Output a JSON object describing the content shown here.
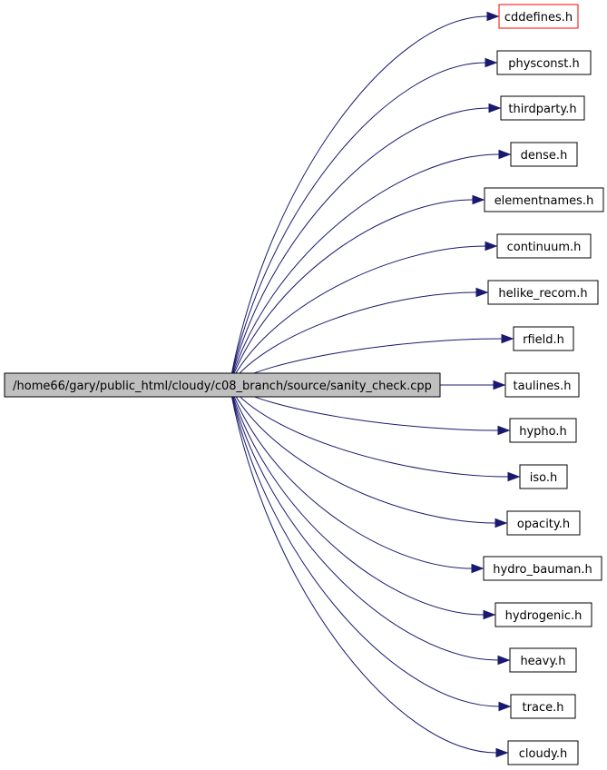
{
  "source": {
    "label": "/home66/gary/public_html/cloudy/c08_branch/source/sanity_check.cpp"
  },
  "includes": [
    {
      "label": "cddefines.h",
      "highlight": true
    },
    {
      "label": "physconst.h"
    },
    {
      "label": "thirdparty.h"
    },
    {
      "label": "dense.h"
    },
    {
      "label": "elementnames.h"
    },
    {
      "label": "continuum.h"
    },
    {
      "label": "helike_recom.h"
    },
    {
      "label": "rfield.h"
    },
    {
      "label": "taulines.h"
    },
    {
      "label": "hypho.h"
    },
    {
      "label": "iso.h"
    },
    {
      "label": "opacity.h"
    },
    {
      "label": "hydro_bauman.h"
    },
    {
      "label": "hydrogenic.h"
    },
    {
      "label": "heavy.h"
    },
    {
      "label": "trace.h"
    },
    {
      "label": "cloudy.h"
    }
  ],
  "colors": {
    "edge": "#191970",
    "highlight_border": "#ff0000",
    "source_fill": "#bfbfbf"
  }
}
